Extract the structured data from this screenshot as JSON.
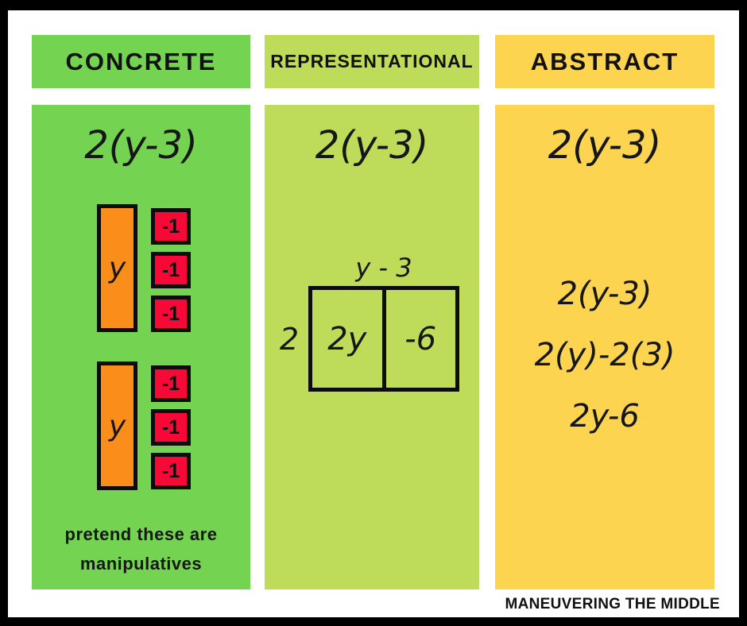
{
  "page": {
    "watermark": "MANEUVERING THE MIDDLE"
  },
  "columns": [
    {
      "id": "concrete",
      "header": "CONCRETE",
      "expression": "2(y-3)",
      "groups": [
        {
          "bar_label": "y",
          "tiles": [
            "-1",
            "-1",
            "-1"
          ]
        },
        {
          "bar_label": "y",
          "tiles": [
            "-1",
            "-1",
            "-1"
          ]
        }
      ],
      "caption": [
        "pretend these are",
        "manipulatives"
      ]
    },
    {
      "id": "representational",
      "header": "REPRESENTATIONAL",
      "expression": "2(y-3)",
      "area_model": {
        "top_label": "y - 3",
        "side_label": "2",
        "cells": [
          "2y",
          "-6"
        ]
      }
    },
    {
      "id": "abstract",
      "header": "ABSTRACT",
      "expression": "2(y-3)",
      "steps": [
        "2(y-3)",
        "2(y)-2(3)",
        "2y-6"
      ]
    }
  ],
  "colors": {
    "concrete": "#74d452",
    "representational": "#bedc5a",
    "abstract": "#fcd450",
    "tile_bar": "#fb8d1a",
    "tile_unit": "#f80837",
    "outline": "#0d0d0d"
  }
}
